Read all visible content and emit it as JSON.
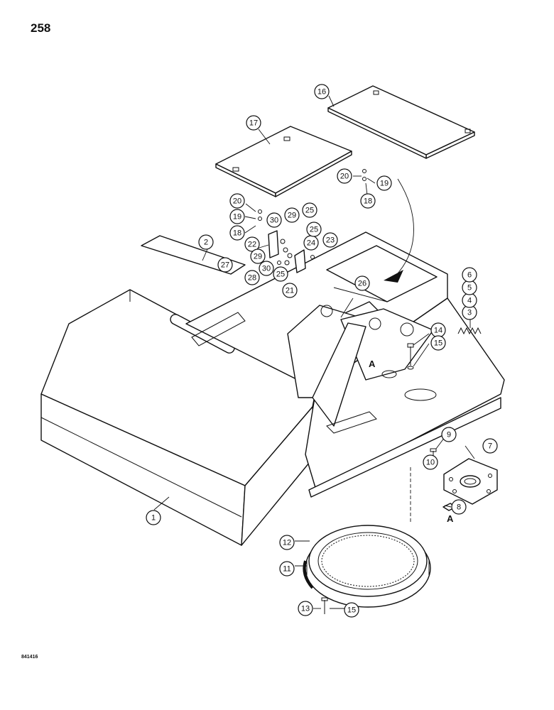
{
  "page": {
    "number": "258",
    "figure_code": "841416"
  },
  "callouts": [
    {
      "id": "c1",
      "label": "1"
    },
    {
      "id": "c2",
      "label": "2"
    },
    {
      "id": "c3",
      "label": "3"
    },
    {
      "id": "c4",
      "label": "4"
    },
    {
      "id": "c5",
      "label": "5"
    },
    {
      "id": "c6",
      "label": "6"
    },
    {
      "id": "c7",
      "label": "7"
    },
    {
      "id": "c8",
      "label": "8"
    },
    {
      "id": "c9",
      "label": "9"
    },
    {
      "id": "c10",
      "label": "10"
    },
    {
      "id": "c11",
      "label": "11"
    },
    {
      "id": "c12",
      "label": "12"
    },
    {
      "id": "c13",
      "label": "13"
    },
    {
      "id": "c14",
      "label": "14"
    },
    {
      "id": "c15a",
      "label": "15"
    },
    {
      "id": "c15b",
      "label": "15"
    },
    {
      "id": "c16",
      "label": "16"
    },
    {
      "id": "c17",
      "label": "17"
    },
    {
      "id": "c18a",
      "label": "18"
    },
    {
      "id": "c18b",
      "label": "18"
    },
    {
      "id": "c19a",
      "label": "19"
    },
    {
      "id": "c19b",
      "label": "19"
    },
    {
      "id": "c20a",
      "label": "20"
    },
    {
      "id": "c20b",
      "label": "20"
    },
    {
      "id": "c21",
      "label": "21"
    },
    {
      "id": "c22",
      "label": "22"
    },
    {
      "id": "c23",
      "label": "23"
    },
    {
      "id": "c24",
      "label": "24"
    },
    {
      "id": "c25a",
      "label": "25"
    },
    {
      "id": "c25b",
      "label": "25"
    },
    {
      "id": "c25c",
      "label": "25"
    },
    {
      "id": "c26",
      "label": "26"
    },
    {
      "id": "c27",
      "label": "27"
    },
    {
      "id": "c28",
      "label": "28"
    },
    {
      "id": "c29a",
      "label": "29"
    },
    {
      "id": "c29b",
      "label": "29"
    },
    {
      "id": "c30a",
      "label": "30"
    },
    {
      "id": "c30b",
      "label": "30"
    }
  ],
  "reference_marks": [
    {
      "id": "refA1",
      "label": "A"
    },
    {
      "id": "refA2",
      "label": "A"
    }
  ]
}
